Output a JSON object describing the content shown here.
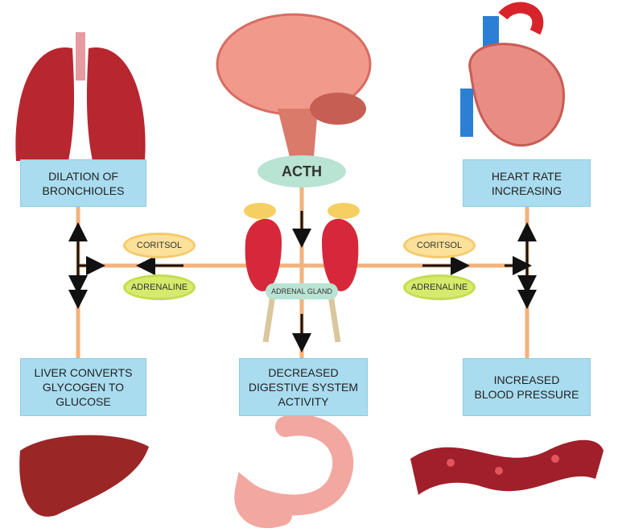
{
  "center": {
    "hormone": "ACTH",
    "gland_label": "ADRENAL GLAND"
  },
  "hormones": {
    "left": [
      "CORITSOL",
      "ADRENALINE"
    ],
    "right": [
      "CORITSOL",
      "ADRENALINE"
    ]
  },
  "effects": {
    "top_left": "DILATION OF\nBRONCHIOLES",
    "top_right": "HEART RATE\nINCREASING",
    "bottom_left": "LIVER CONVERTS\nGLYCOGEN TO\nGLUCOSE",
    "bottom_center": "DECREASED\nDIGESTIVE SYSTEM\nACTIVITY",
    "bottom_right": "INCREASED\nBLOOD PRESSURE"
  },
  "colors": {
    "box": "#a9dcef",
    "line": "#f2b27e",
    "acth": "#b9e3d3"
  }
}
